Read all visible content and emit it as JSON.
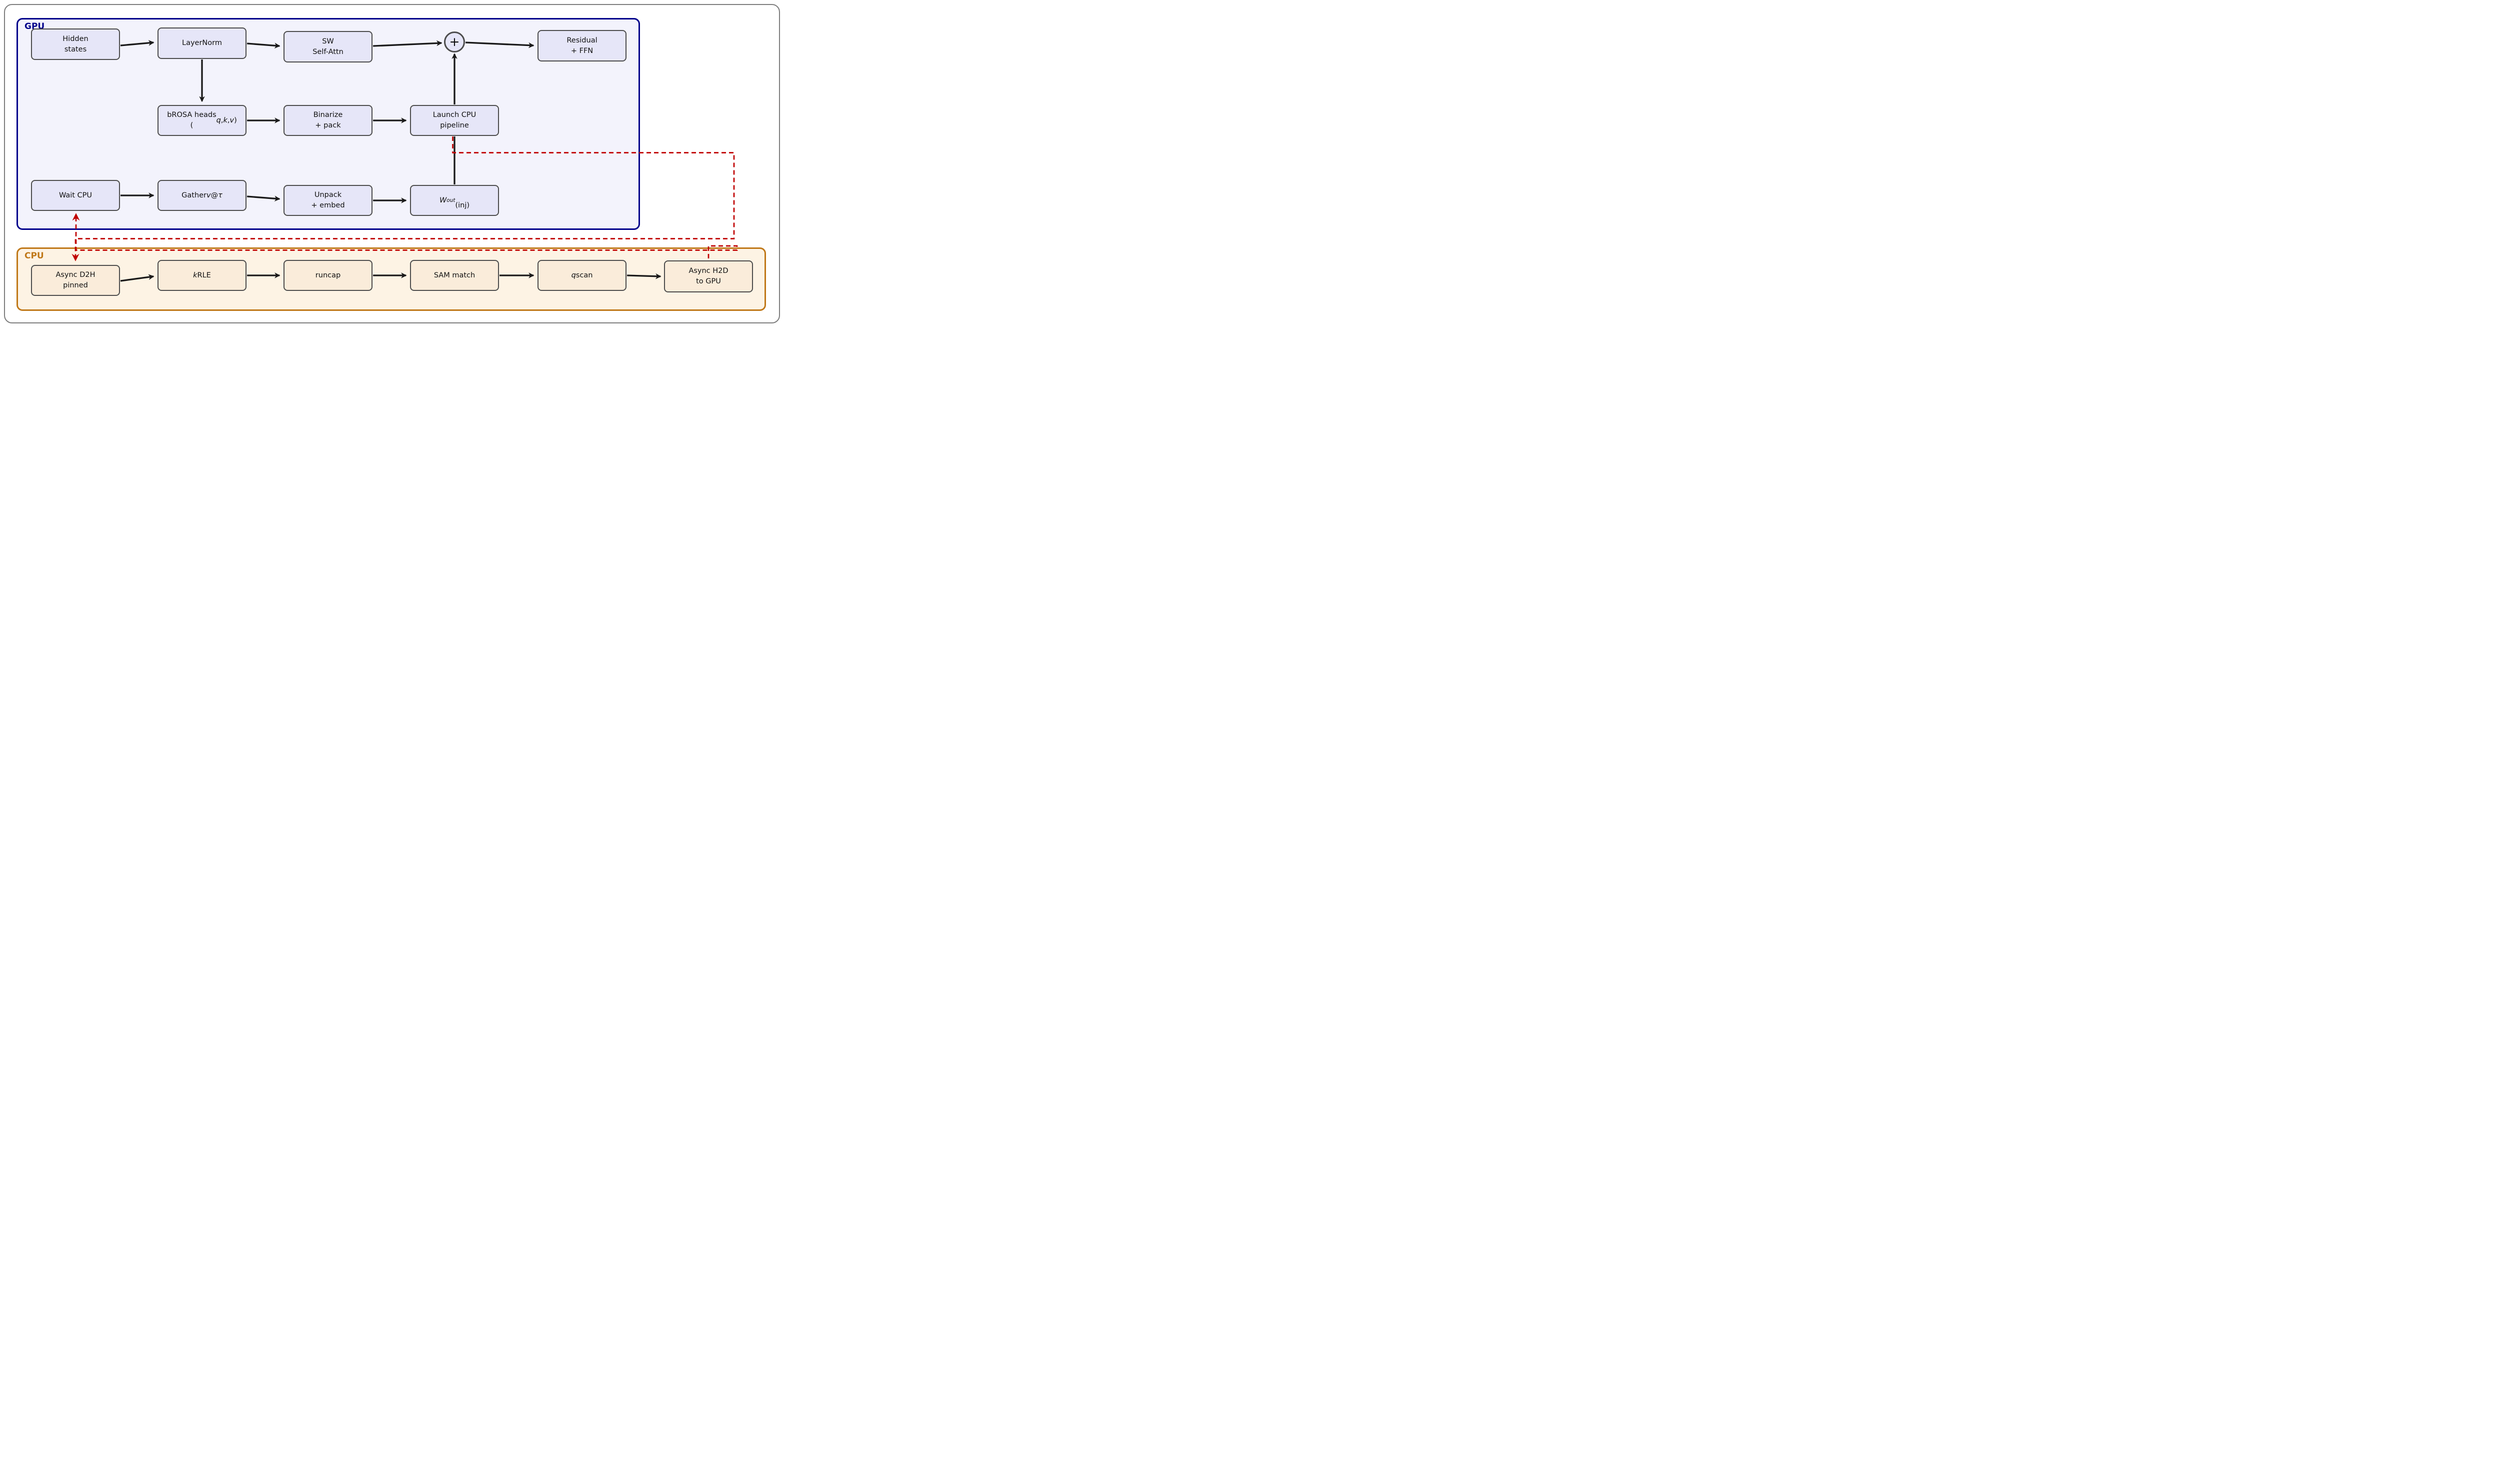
{
  "diagram_title": "GPU / CPU bROSA pipeline diagram",
  "containers": {
    "gpu": {
      "label": "GPU"
    },
    "cpu": {
      "label": "CPU"
    }
  },
  "nodes": {
    "hidden": {
      "label": "Hidden<br>states"
    },
    "layernorm": {
      "label": "LayerNorm"
    },
    "sw_attn": {
      "label": "SW<br>Self-Attn"
    },
    "plus": {
      "label": "+"
    },
    "residual": {
      "label": "Residual<br>+ FFN"
    },
    "brosa": {
      "label": "bROSA heads<br>(<i>q</i>,<i>k</i>,<i>v</i>)"
    },
    "binarize": {
      "label": "Binarize<br>+ pack"
    },
    "launch": {
      "label": "Launch CPU<br>pipeline"
    },
    "wait_cpu": {
      "label": "Wait CPU"
    },
    "gather": {
      "label": "Gather <i>v</i>@<i>τ</i>"
    },
    "unpack": {
      "label": "Unpack<br>+ embed"
    },
    "wout": {
      "label": "<i>W</i><sub><i>out</i></sub><br>(inj)"
    },
    "d2h": {
      "label": "Async D2H<br>pinned"
    },
    "krle": {
      "label": "<i>k</i> RLE"
    },
    "runcap": {
      "label": "runcap"
    },
    "sam": {
      "label": "SAM match"
    },
    "qscan": {
      "label": "<i>q</i> scan"
    },
    "h2d": {
      "label": "Async H2D<br>to GPU"
    }
  },
  "edges": {
    "solid": [
      "hidden-to-layernorm",
      "layernorm-to-sw-attn",
      "sw-attn-to-plus",
      "plus-to-residual",
      "layernorm-to-brosa",
      "brosa-to-binarize",
      "binarize-to-launch",
      "wout-to-plus",
      "wait-cpu-to-gather",
      "gather-to-unpack",
      "unpack-to-wout",
      "d2h-to-krle",
      "krle-to-runcap",
      "runcap-to-sam",
      "sam-to-qscan",
      "qscan-to-h2d"
    ],
    "dashed": [
      "launch-to-d2h",
      "h2d-to-wait-cpu"
    ]
  },
  "colors": {
    "gpu_border": "#00008B",
    "gpu_fill": "#F3F3FC",
    "gpu_node_fill": "#E6E6F8",
    "cpu_border": "#C07818",
    "cpu_fill": "#FDF3E4",
    "cpu_node_fill": "#FAECDA",
    "node_border": "#4C4C4C",
    "arrow_black": "#1A1A1A",
    "signal_red": "#C00000",
    "frame_gray": "#7D7D7D"
  }
}
